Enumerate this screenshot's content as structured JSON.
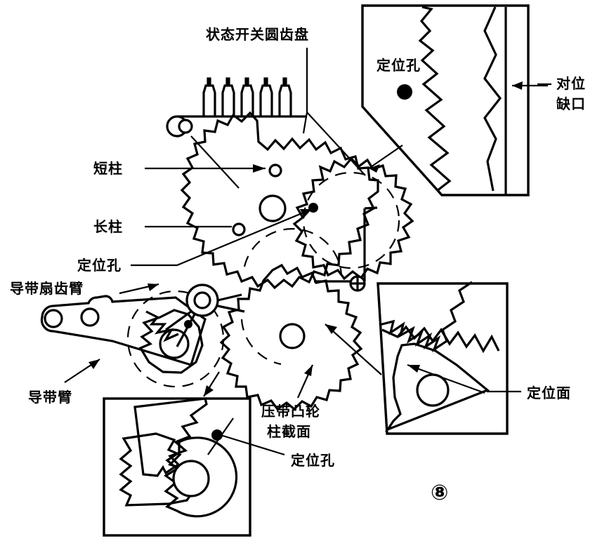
{
  "figure": {
    "number_label": "⑧",
    "background_color": "#ffffff",
    "ink_color": "#000000",
    "type": "mechanical-assembly-line-drawing"
  },
  "labels": {
    "status_switch_gear_disc": "状态开关圆齿盘",
    "short_post": "短柱",
    "long_post": "长柱",
    "locating_hole_left": "定位孔",
    "guide_belt_sector_gear_arm": "导带扇齿臂",
    "guide_belt_arm": "导带臂",
    "belt_press_cam_post_section_line1": "压带凸轮",
    "belt_press_cam_post_section_line2": "柱截面",
    "locating_hole_bottom": "定位孔",
    "alignment_notch_line1": "对位",
    "alignment_notch_line2": "缺口",
    "locating_hole_inset_top": "定位孔",
    "locating_surface": "定位面"
  },
  "insets": {
    "top_right": {
      "name": "gear-tooth-detail-top-right",
      "contains_label": "定位孔",
      "callout_label_line1": "对位",
      "callout_label_line2": "缺口"
    },
    "bottom_right": {
      "name": "cam-post-section-detail",
      "callout_label": "定位面"
    },
    "bottom_left": {
      "name": "sector-gear-detail",
      "callout_label": "定位孔"
    }
  },
  "components": {
    "switch_contact_count": 5,
    "main_gear": "status-switch-toothed-disc",
    "secondary_gear": "intermediate-toothed-gear",
    "lower_gear": "belt-press-cam-gear",
    "sector_gear_arm": "guide-belt-sector-gear-arm",
    "crosshair_marker": "⊕"
  }
}
